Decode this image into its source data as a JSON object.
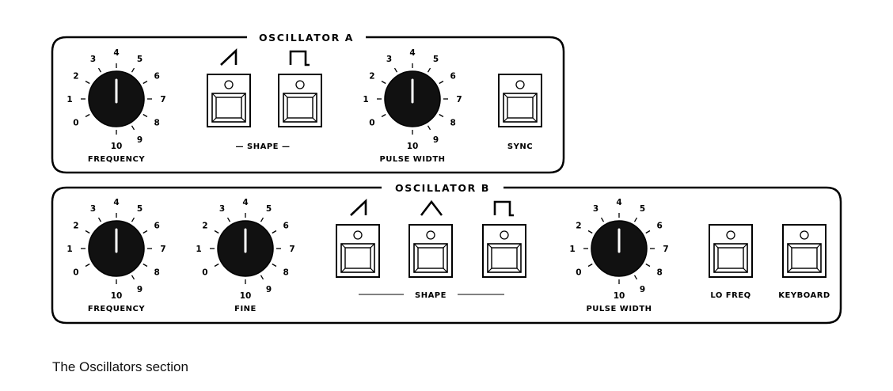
{
  "caption": "The Oscillators section",
  "knob_scale": [
    "0",
    "1",
    "2",
    "3",
    "4",
    "5",
    "6",
    "7",
    "8",
    "9",
    "10"
  ],
  "oscillator_a": {
    "title": "OSCILLATOR A",
    "frequency_label": "FREQUENCY",
    "shape_label": "— SHAPE —",
    "pulse_width_label": "PULSE WIDTH",
    "sync_label": "SYNC",
    "shape_icons": [
      "sawtooth-wave-icon",
      "square-wave-icon"
    ]
  },
  "oscillator_b": {
    "title": "OSCILLATOR B",
    "frequency_label": "FREQUENCY",
    "fine_label": "FINE",
    "shape_label": "SHAPE",
    "pulse_width_label": "PULSE WIDTH",
    "lo_freq_label": "LO FREQ",
    "keyboard_label": "KEYBOARD",
    "shape_icons": [
      "sawtooth-wave-icon",
      "triangle-wave-icon",
      "square-wave-icon"
    ]
  },
  "colors": {
    "ink": "#000000",
    "knob": "#111111",
    "background": "#ffffff"
  }
}
